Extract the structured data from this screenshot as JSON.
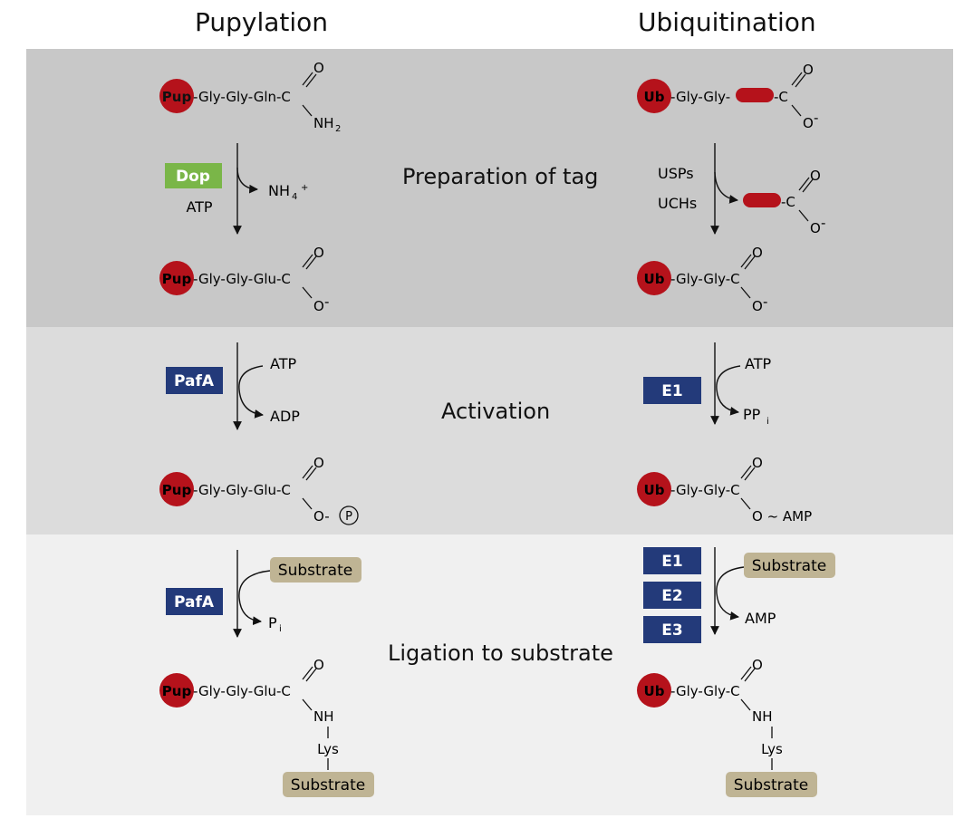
{
  "headers": {
    "left": "Pupylation",
    "right": "Ubiquitination"
  },
  "stages": {
    "prep": "Preparation of tag",
    "activation": "Activation",
    "ligation": "Ligation to substrate"
  },
  "tags": {
    "pup": "Pup",
    "ub": "Ub"
  },
  "chains": {
    "pup_gln": "-Gly-Gly-Gln-C",
    "pup_glu": "-Gly-Gly-Glu-C",
    "ub_long": "-Gly-Gly-",
    "ub_short": "-Gly-Gly-C"
  },
  "atoms": {
    "o": "O",
    "o_minus": "O",
    "minus": "-",
    "c_link": "-C",
    "nh": "NH",
    "nh2": "NH",
    "nh2_sub": "2",
    "o_dash": "O-",
    "p": "P",
    "amp_link": "O ~ AMP"
  },
  "enzymes": {
    "dop": "Dop",
    "pafa": "PafA",
    "e1": "E1",
    "e2": "E2",
    "e3": "E3"
  },
  "cofactors": {
    "atp": "ATP",
    "adp": "ADP",
    "amp": "AMP",
    "nh4": "NH",
    "nh4_sub": "4",
    "nh4_sup": "+",
    "pp": "PP",
    "pp_sub": "i",
    "p": "P",
    "p_sub": "i",
    "usps": "USPs",
    "uchs": "UCHs"
  },
  "substrate": "Substrate",
  "lys": "Lys",
  "colors": {
    "red": "#b5121b",
    "green": "#7ab648",
    "blue": "#233a7a",
    "tan": "#bfb494",
    "band1": "#c8c8c8",
    "band2": "#dcdcdc",
    "band3": "#f0f0f0"
  }
}
